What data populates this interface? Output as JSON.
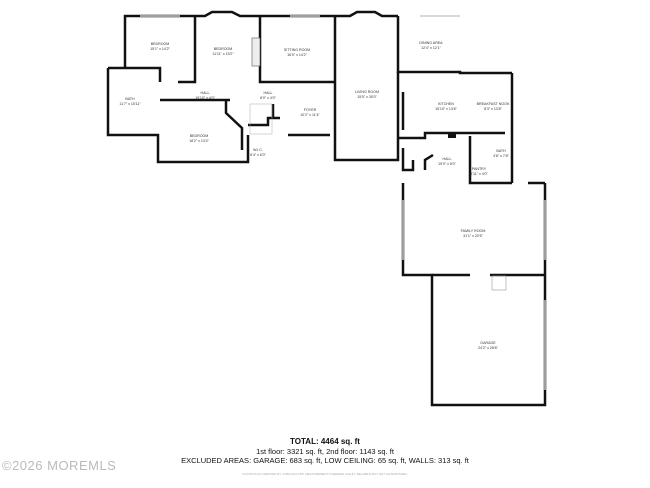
{
  "rooms": [
    {
      "name": "BEDROOM",
      "dim": "15'1\" x 14'2\""
    },
    {
      "name": "BEDROOM",
      "dim": "11'11\" x 15'2\""
    },
    {
      "name": "SITTING ROOM",
      "dim": "16'0\" x 14'2\""
    },
    {
      "name": "BATH",
      "dim": "11'7\" x 15'11\""
    },
    {
      "name": "HALL",
      "dim": "19'10\" x 4'0\""
    },
    {
      "name": "HALL",
      "dim": "8'0\" x 4'0\""
    },
    {
      "name": "FOYER",
      "dim": "10'2\" x 11'4\""
    },
    {
      "name": "BEDROOM",
      "dim": "18'2\" x 13'4\""
    },
    {
      "name": "W.I.C.",
      "dim": "6'4\" x 6'0\""
    },
    {
      "name": "LIVING ROOM",
      "dim": "15'5\" x 30'0\""
    },
    {
      "name": "DINING AREA",
      "dim": "12'4\" x 12'1\""
    },
    {
      "name": "KITCHEN",
      "dim": "15'10\" x 13'8\""
    },
    {
      "name": "BREAKFAST NOOK",
      "dim": "8'3\" x 13'8\""
    },
    {
      "name": "BATH",
      "dim": "4'8\" x 7'8\""
    },
    {
      "name": "HALL",
      "dim": "19'0\" x 8'0\""
    },
    {
      "name": "PANTRY",
      "dim": "6'11\" x 4'0\""
    },
    {
      "name": "FAMILY ROOM",
      "dim": "31'1\" x 20'5\""
    },
    {
      "name": "GARAGE",
      "dim": "24'2\" x 28'8\""
    }
  ],
  "summary": {
    "total": "TOTAL: 4464 sq. ft",
    "floors": "1st floor: 3321 sq. ft, 2nd floor: 1143 sq. ft",
    "excluded": "EXCLUDED AREAS: GARAGE: 683 sq. ft, LOW CEILING: 65 sq. ft, WALLS: 313 sq. ft",
    "credit": "FLOOR PLAN CREATED BY CUBICASA APP. MEASUREMENTS DEEMED HIGHLY RELIABLE BUT NOT GUARANTEED."
  },
  "watermark": "©2026 MOREMLS"
}
